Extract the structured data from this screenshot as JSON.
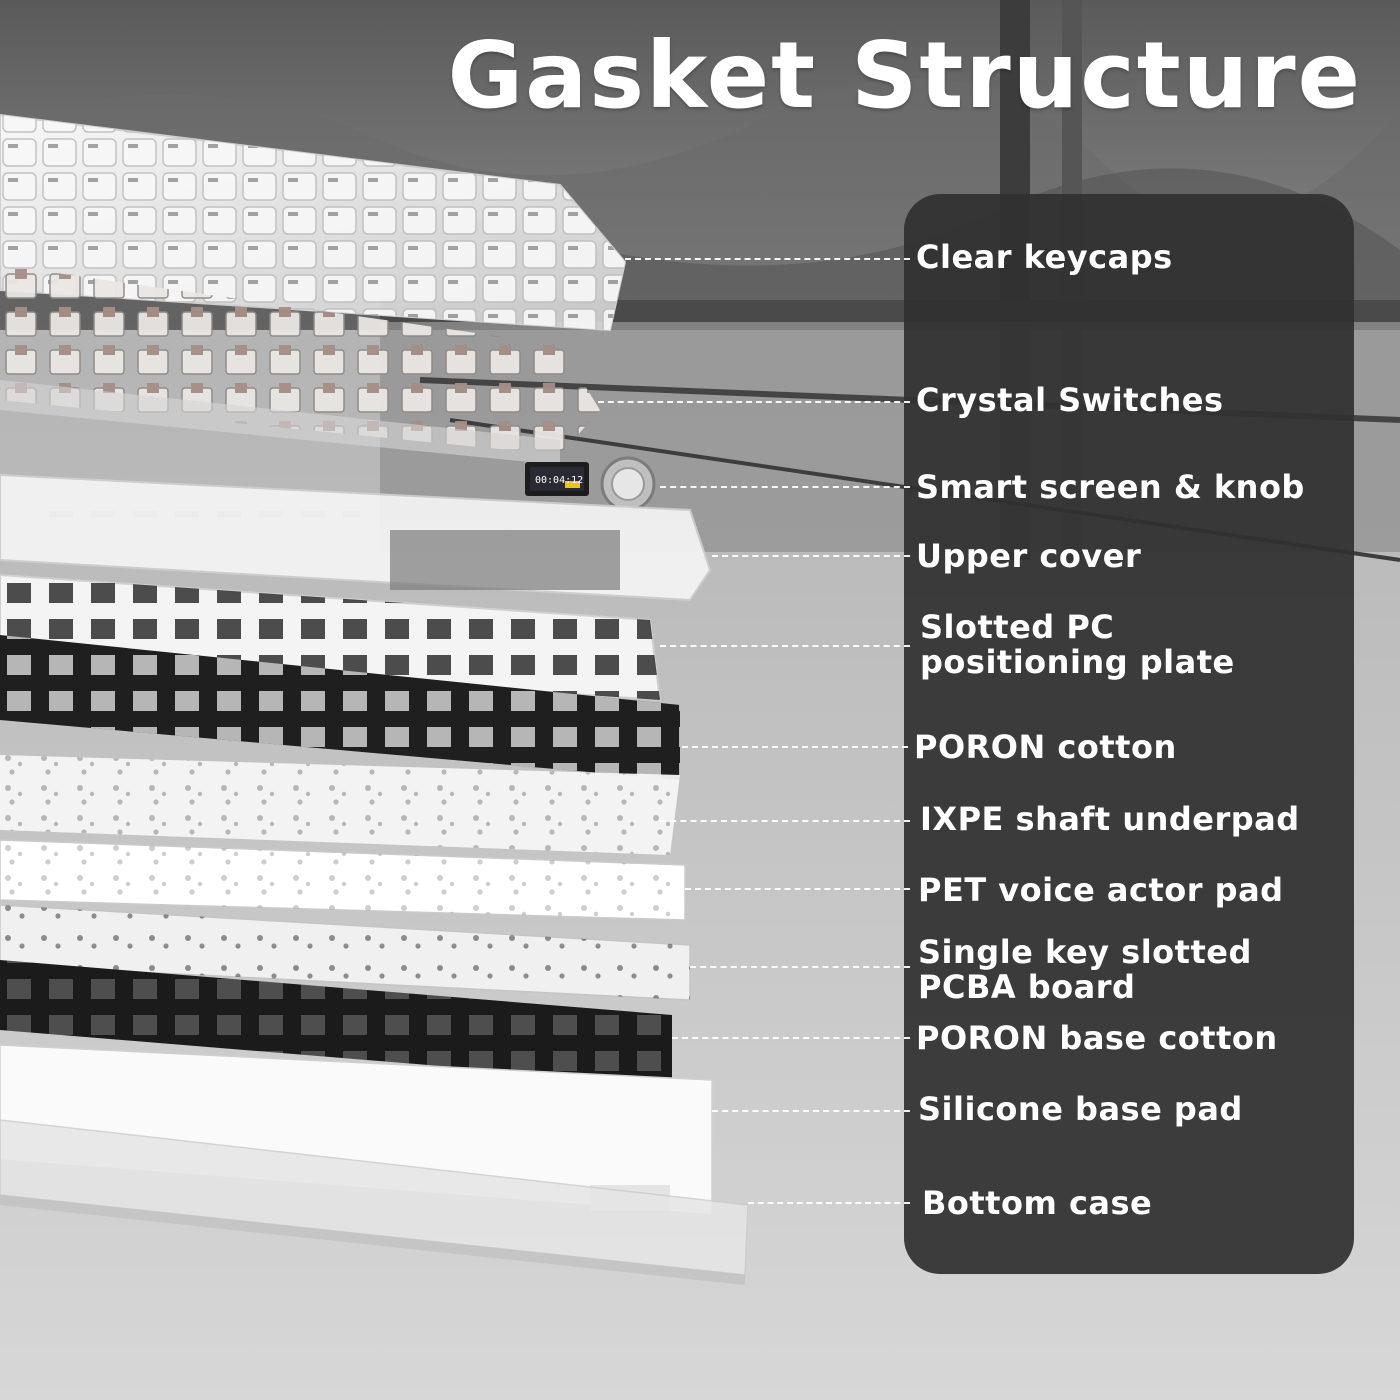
{
  "title": "Gasket Structure",
  "layers": [
    {
      "id": "clear-keycaps",
      "label": "Clear keycaps"
    },
    {
      "id": "crystal-switches",
      "label": "Crystal Switches"
    },
    {
      "id": "smart-screen-knob",
      "label": "Smart screen & knob"
    },
    {
      "id": "upper-cover",
      "label": "Upper cover"
    },
    {
      "id": "slotted-pc-plate",
      "label_line1": "Slotted PC",
      "label_line2": "positioning plate"
    },
    {
      "id": "poron-cotton",
      "label": "PORON cotton"
    },
    {
      "id": "ixpe-underpad",
      "label": "IXPE shaft underpad"
    },
    {
      "id": "pet-pad",
      "label": "PET voice actor pad"
    },
    {
      "id": "pcba-board",
      "label_line1": "Single key slotted",
      "label_line2": "PCBA board"
    },
    {
      "id": "poron-base-cotton",
      "label": "PORON base cotton"
    },
    {
      "id": "silicone-base-pad",
      "label": "Silicone base pad"
    },
    {
      "id": "bottom-case",
      "label": "Bottom case"
    }
  ],
  "screen_readout": "00:04:12",
  "colors": {
    "panel": "#303030",
    "label_text": "#ffffff",
    "dark_layer": "#1f1f1f",
    "light_layer": "#f2f2f2"
  }
}
